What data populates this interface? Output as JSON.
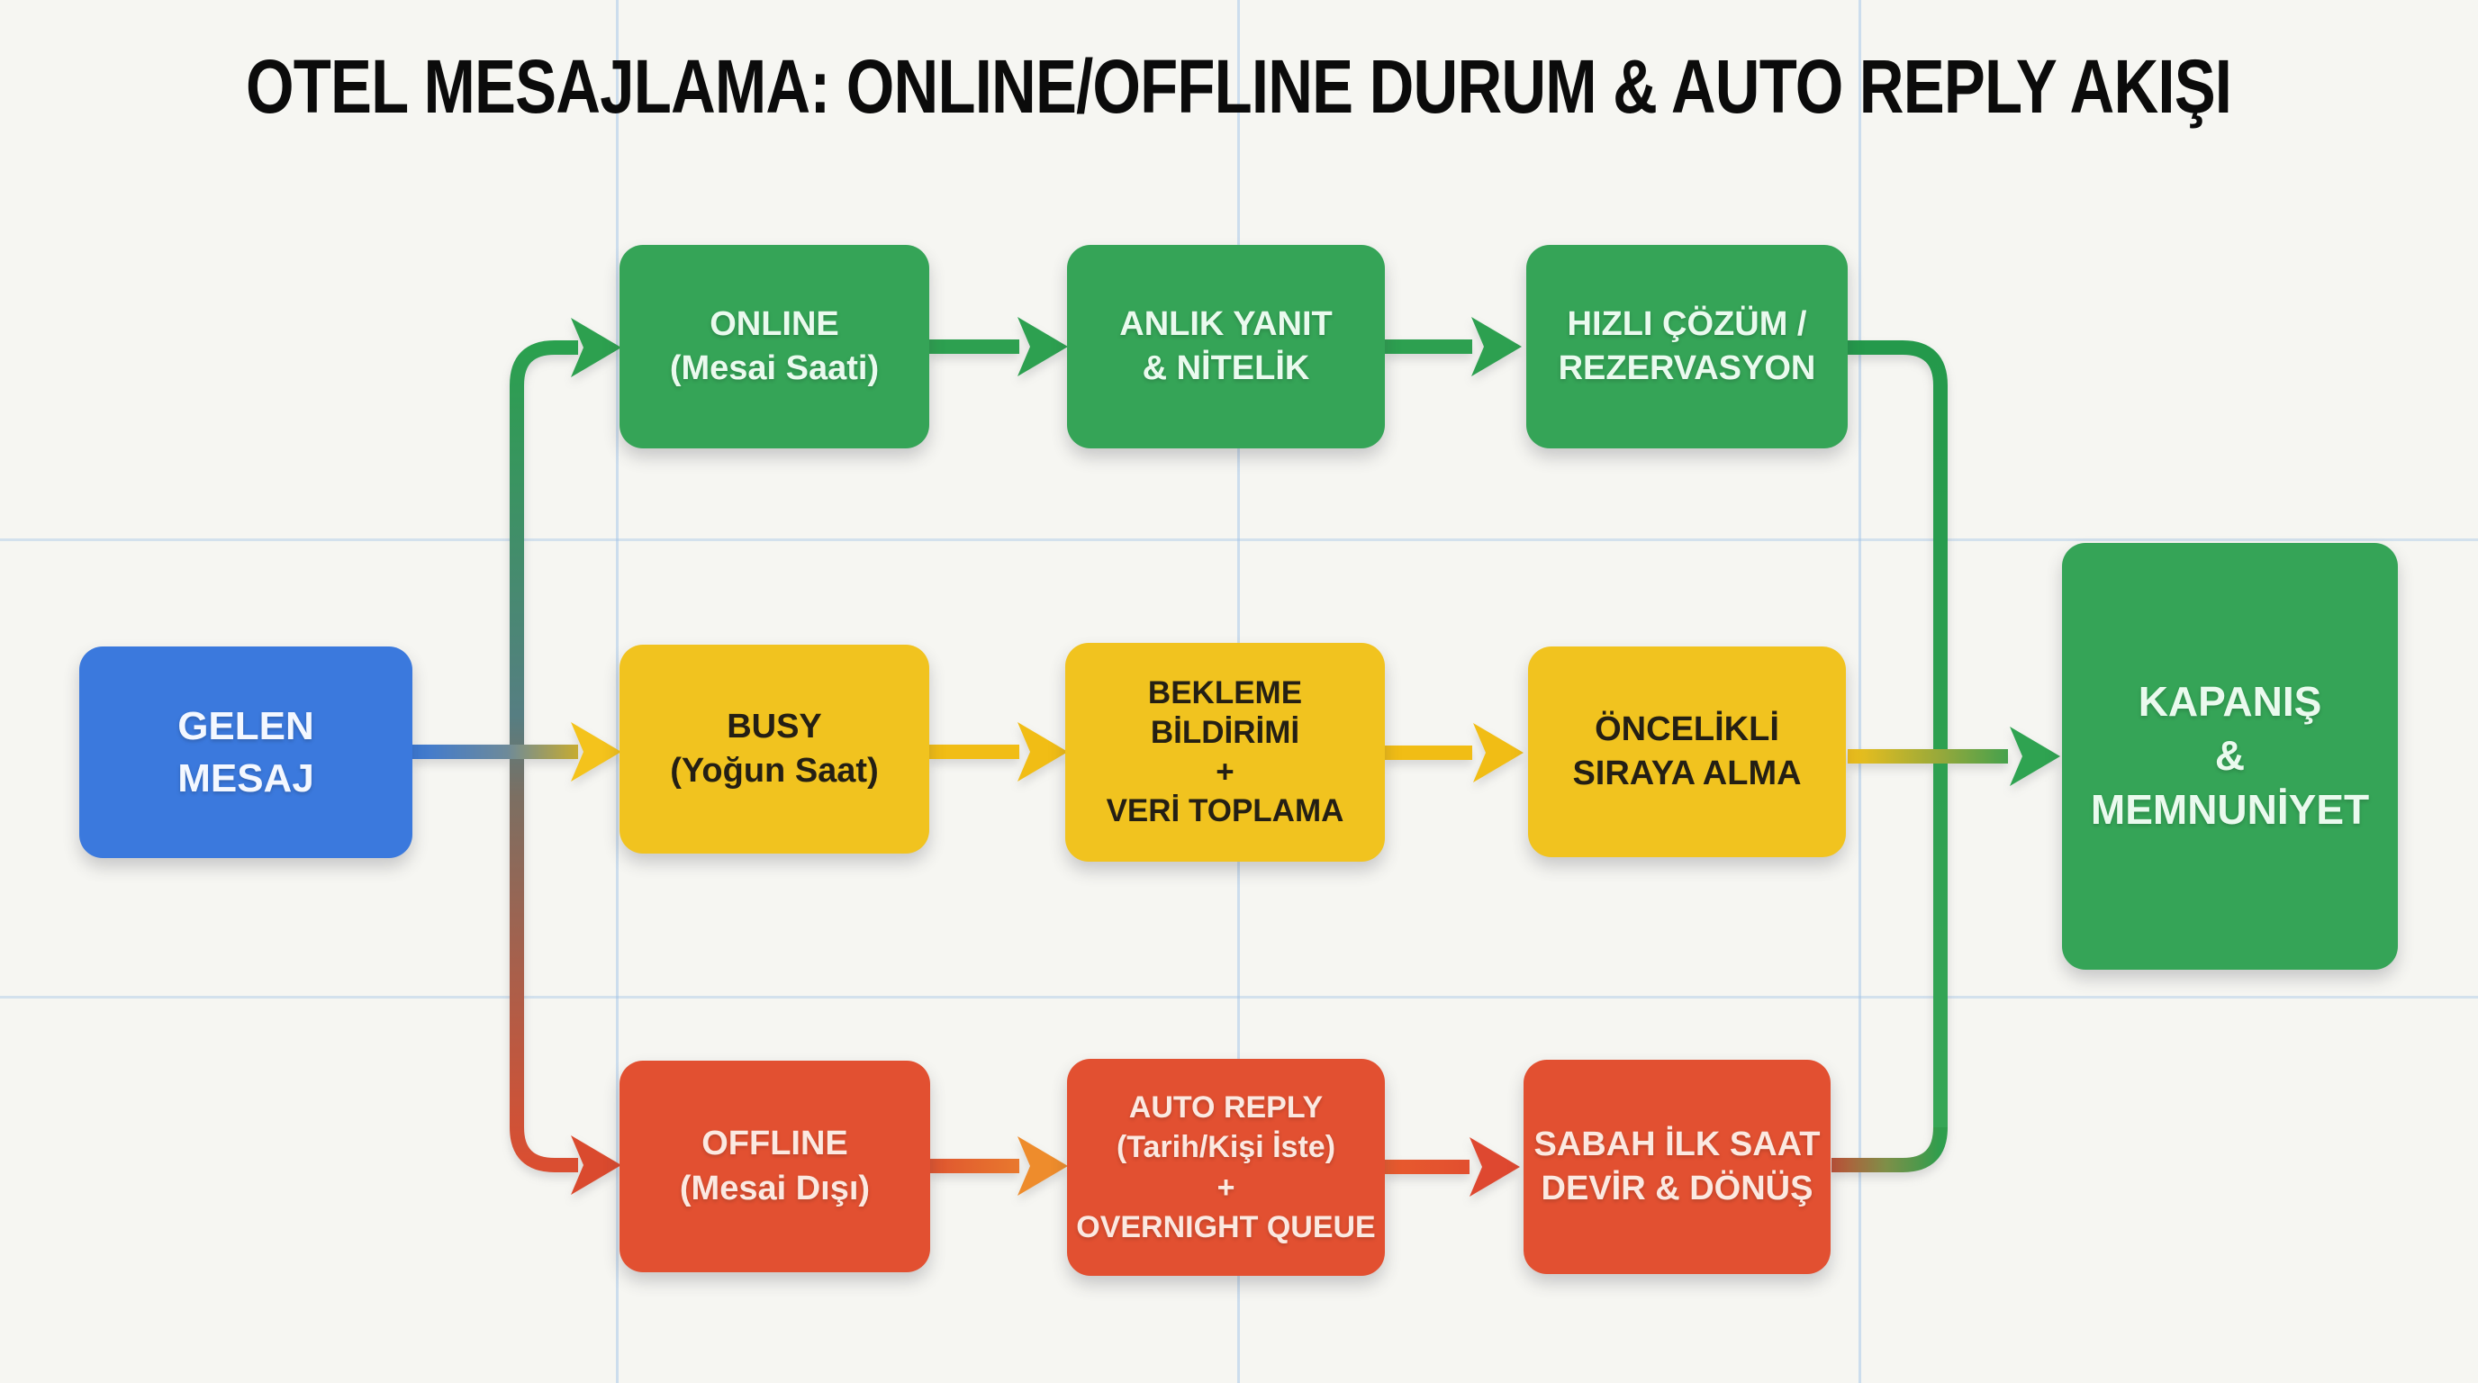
{
  "title": "OTEL MESAJLAMA: ONLINE/OFFLINE DURUM & AUTO REPLY AKIŞI",
  "palette": {
    "blue": "#3b79dd",
    "green": "#35a457",
    "yellow": "#f1c31f",
    "red": "#e25031",
    "orange": "#ee8c2c",
    "background": "#f6f6f2",
    "gridline": "#a1c4e8",
    "title_text": "#0b0b0b"
  },
  "nodes": {
    "incoming": {
      "label": "GELEN\nMESAJ"
    },
    "online": {
      "label": "ONLINE\n(Mesai Saati)"
    },
    "instant": {
      "label": "ANLIK YANIT\n& NİTELİK"
    },
    "quick": {
      "label": "HIZLI ÇÖZÜM /\nREZERVASYON"
    },
    "busy": {
      "label": "BUSY\n(Yoğun Saat)"
    },
    "wait": {
      "label": "BEKLEME\nBİLDİRİMİ\n+\nVERİ TOPLAMA"
    },
    "priority": {
      "label": "ÖNCELİKLİ\nSIRAYA ALMA"
    },
    "offline": {
      "label": "OFFLINE\n(Mesai Dışı)"
    },
    "autoreply": {
      "label": "AUTO REPLY\n(Tarih/Kişi İste)\n+\nOVERNIGHT QUEUE"
    },
    "morning": {
      "label": "SABAH İLK SAAT\nDEVİR & DÖNÜŞ"
    },
    "closing": {
      "label": "KAPANIŞ\n&\nMEMNUNİYET"
    }
  }
}
